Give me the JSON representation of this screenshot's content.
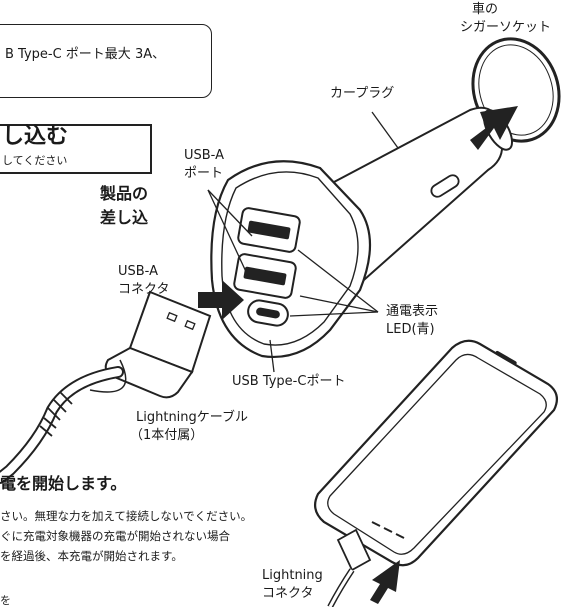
{
  "top_box": {
    "text": "B Type-C ポート最大 3A、"
  },
  "step_box": {
    "title": "し込む",
    "subtitle": "してください"
  },
  "step_text": {
    "line1": "製品の",
    "line2": "差し込"
  },
  "labels": {
    "socket_line1": "車の",
    "socket_line2": "シガーソケット",
    "car_plug": "カープラグ",
    "usb_a_port_line1": "USB-A",
    "usb_a_port_line2": "ポート",
    "usb_a_connector_line1": "USB-A",
    "usb_a_connector_line2": "コネクタ",
    "led_line1": "通電表示",
    "led_line2": "LED(青)",
    "usb_c_port": "USB Type-Cポート",
    "lightning_cable_line1": "Lightningケーブル",
    "lightning_cable_line2": "（1本付属）",
    "lightning_connector_line1": "Lightning",
    "lightning_connector_line2": "コネクタ"
  },
  "notes": {
    "heading": "電を開始します。",
    "line1": "さい。無理な力を加えて接続しないでください。",
    "line2": "ぐに充電対象機器の充電が開始されない場合",
    "line3": "を経過後、本充電が開始されます。",
    "line4": "を"
  }
}
